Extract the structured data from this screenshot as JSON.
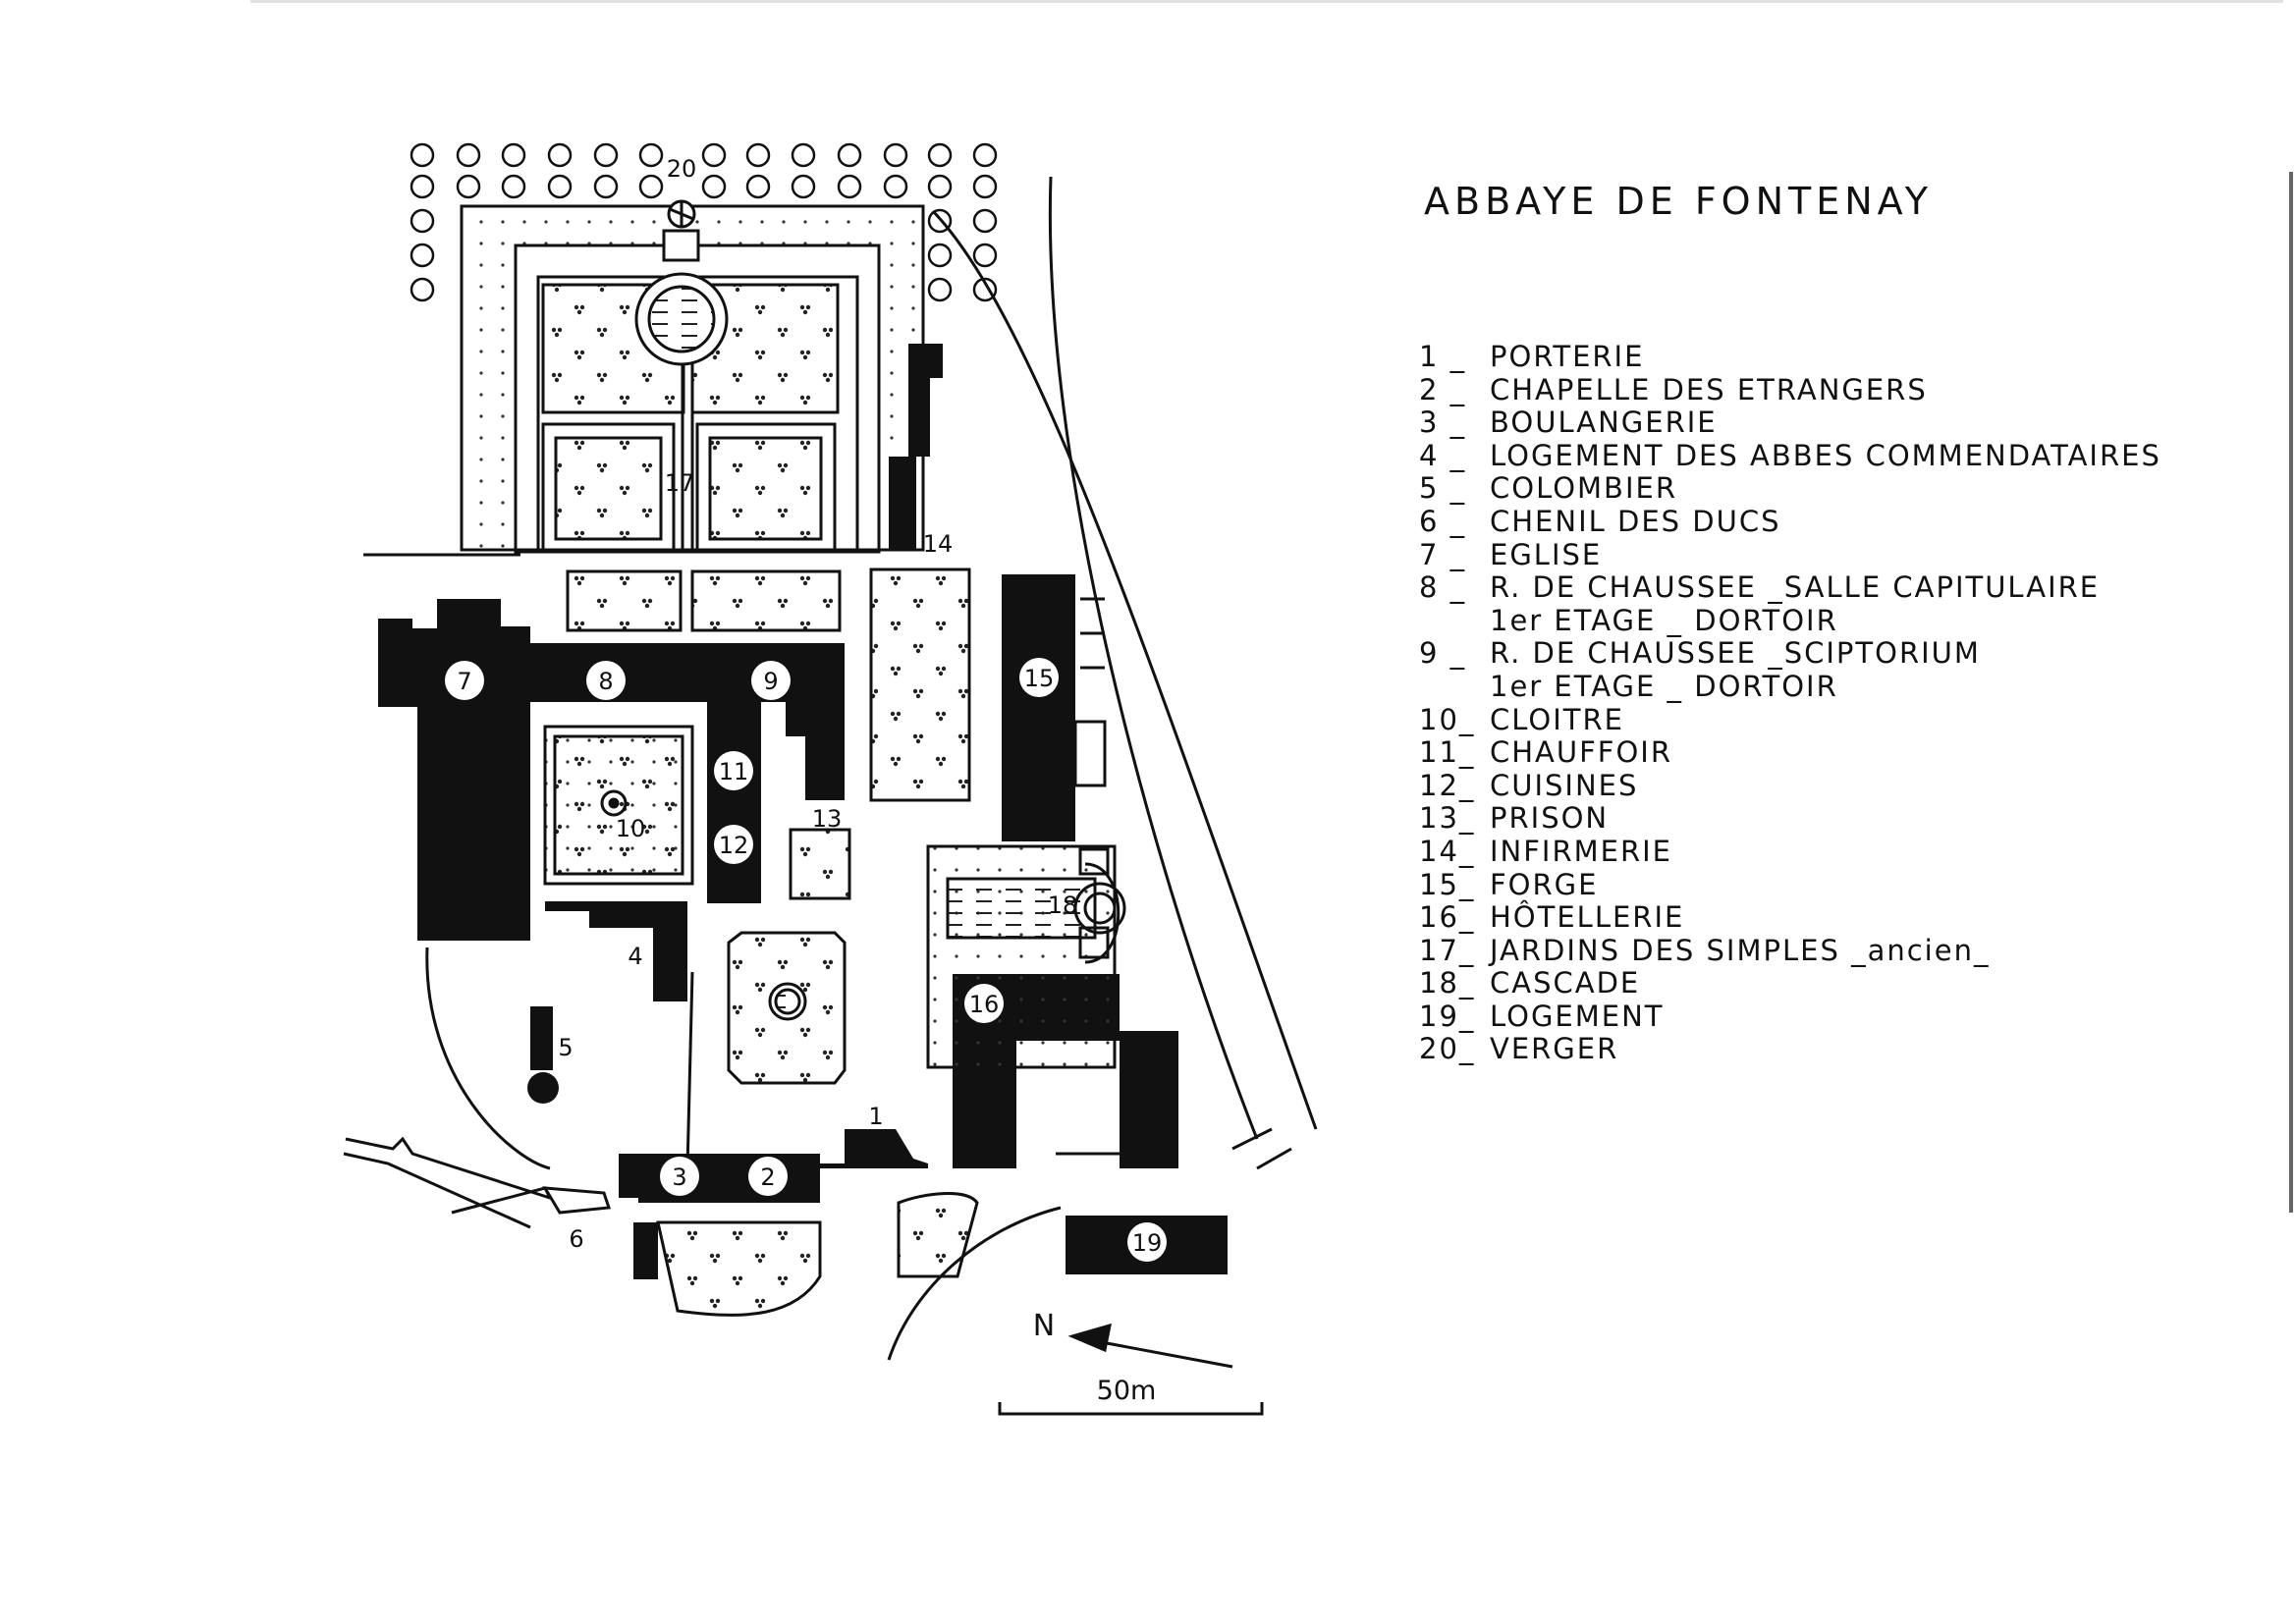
{
  "title": "ABBAYE DE FONTENAY",
  "legend": [
    {
      "num": "1 _",
      "label": "PORTERIE"
    },
    {
      "num": "2 _",
      "label": "CHAPELLE DES ETRANGERS"
    },
    {
      "num": "3 _",
      "label": "BOULANGERIE"
    },
    {
      "num": "4 _",
      "label": "LOGEMENT DES ABBES COMMENDATAIRES"
    },
    {
      "num": "5 _",
      "label": "COLOMBIER"
    },
    {
      "num": "6 _",
      "label": "CHENIL DES DUCS"
    },
    {
      "num": "7 _",
      "label": "EGLISE"
    },
    {
      "num": "8 _",
      "label": "R. DE CHAUSSEE _SALLE CAPITULAIRE",
      "sub": "1er ETAGE _ DORTOIR"
    },
    {
      "num": "9 _",
      "label": "R. DE CHAUSSEE _SCIPTORIUM",
      "sub": "1er ETAGE _ DORTOIR"
    },
    {
      "num": "10_",
      "label": "CLOITRE"
    },
    {
      "num": "11_",
      "label": "CHAUFFOIR"
    },
    {
      "num": "12_",
      "label": "CUISINES"
    },
    {
      "num": "13_",
      "label": "PRISON"
    },
    {
      "num": "14_",
      "label": "INFIRMERIE"
    },
    {
      "num": "15_",
      "label": "FORGE"
    },
    {
      "num": "16_",
      "label": "HÔTELLERIE"
    },
    {
      "num": "17_",
      "label": "JARDINS DES SIMPLES _ancien_"
    },
    {
      "num": "18_",
      "label": "CASCADE"
    },
    {
      "num": "19_",
      "label": "LOGEMENT"
    },
    {
      "num": "20_",
      "label": "VERGER"
    }
  ],
  "plan_labels": {
    "n1": "1",
    "n2": "2",
    "n3": "3",
    "n4": "4",
    "n5": "5",
    "n6": "6",
    "n7": "7",
    "n8": "8",
    "n9": "9",
    "n10": "10",
    "n11": "11",
    "n12": "12",
    "n13": "13",
    "n14": "14",
    "n15": "15",
    "n16": "16",
    "n17": "17",
    "n18": "18",
    "n19": "19",
    "n20": "20"
  },
  "north": "N",
  "scale": "50m"
}
